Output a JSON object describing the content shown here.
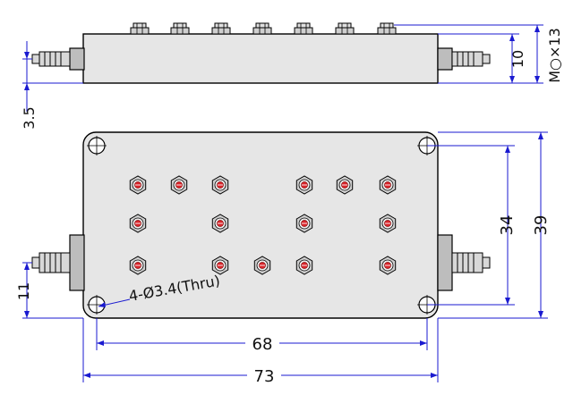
{
  "labels": {
    "height_13": "M○×13",
    "height_10": "10",
    "offset_3_5": "3.5",
    "depth_39": "39",
    "depth_34": "34",
    "offset_11": "11",
    "width_68": "68",
    "width_73": "73",
    "holes_note": "4-Ø3.4(Thru)"
  }
}
